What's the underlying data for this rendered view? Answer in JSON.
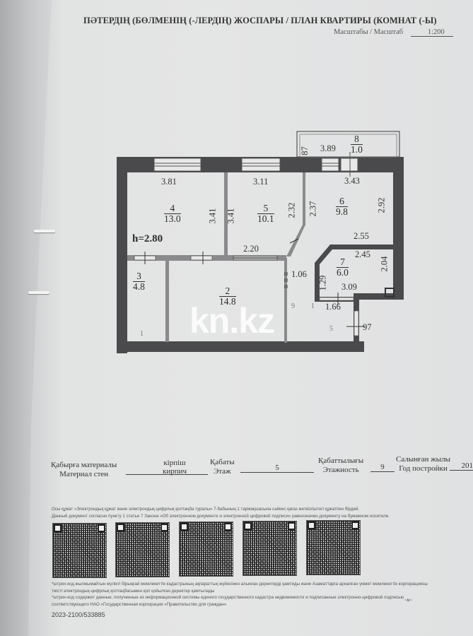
{
  "document": {
    "title": "ПӘТЕРДІҢ (БӨЛМЕНІҢ (-ЛЕРДІҢ) ЖОСПАРЫ / ПЛАН КВАРТИРЫ (КОМНАТ (-Ы)",
    "scale_label": "Масштабы / Масштаб",
    "scale_value": "1:200"
  },
  "plan": {
    "ceiling_height": "h=2.80",
    "rooms": [
      {
        "number": "2",
        "area": "14.8"
      },
      {
        "number": "3",
        "area": "4.8"
      },
      {
        "number": "4",
        "area": "13.0"
      },
      {
        "number": "5",
        "area": "10.1"
      },
      {
        "number": "6",
        "area": "9.8"
      },
      {
        "number": "7",
        "area": "6.0"
      },
      {
        "number": "8",
        "area": "1.0"
      }
    ],
    "dimensions": {
      "room4_width": "3.81",
      "room4_height": "3.41",
      "room5_width": "3.11",
      "room5_height": "3.41",
      "room5_side": "2.32",
      "room5_bottom": "2.20",
      "room6_width": "3.43",
      "room6_left": "2.37",
      "room6_right": "2.92",
      "room6_bottom": "2.55",
      "balcony_width": "3.89",
      "balcony_depth": "87",
      "room7_top": "2.45",
      "room7_right": "2.04",
      "room7_left": "1.29",
      "room7_bottom": "3.09",
      "corridor_width": "1.06",
      "hall_width": "1.66",
      "entry_door": "97"
    },
    "faint_marks": [
      "1",
      "9",
      "1",
      "5"
    ],
    "watermark": "kn.kz"
  },
  "info": {
    "wall_material_kz": "Қабырға материалы",
    "wall_material_ru": "Материал стен",
    "wall_value_kz": "кірпіш",
    "wall_value_ru": "кирпич",
    "floor_kz": "Қабаты",
    "floor_ru": "Этаж",
    "floor_value": "5",
    "floors_total_kz": "Қабаттылығы",
    "floors_total_ru": "Этажность",
    "floors_total_value": "9",
    "year_kz": "Салынған жылы",
    "year_ru": "Год постройки",
    "year_value": "201"
  },
  "footer": {
    "notice_kz": "Осы құжат «Электрондық құжат және электрондық цифрлық қолтаңба туралы» 7-бабының 1 тармақшасына сәйкес қағаз жеткізгіштегі құжатпен бірдей.",
    "notice_ru": "Данный документ согласно пункту 1 статьи 7 Закона «Об электронном документе и электронной цифровой подписи» равнозначен документу на бумажном носителе.",
    "barcode_note_kz_1": "*штрих-код жылжымайтын мүлікті бірыңғай мемлекеттік кадастрының ақпараттық жүйесінен алынған деректерді қамтиды және Азаматтарға арналған үкімет мемлекеттік корпорациясы",
    "barcode_note_kz_2": "тиісті электрондық-цифрлық қолтаңбасымен қол қойылған деректер қамтылады",
    "barcode_note_ru_1": "*штрих-код содержит данные, полученные из информационной системы единого государственного кадастра недвижимости и подписанные электронно-цифровой подписью",
    "barcode_note_ru_2": "соответствующего НАО «Государственная корпорация «Правительство для граждан»",
    "doc_number": "2023-2100/533885",
    "qr_count": 5
  }
}
